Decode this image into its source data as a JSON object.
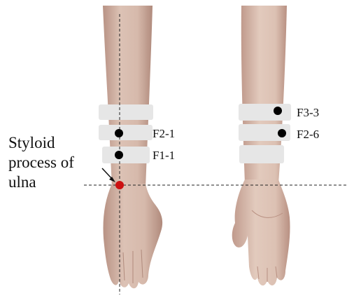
{
  "labels": {
    "styloid": [
      "Styloid",
      "process of",
      "ulna"
    ],
    "f2_1": "F2-1",
    "f1_1": "F1-1",
    "f3_3": "F3-3",
    "f2_6": "F2-6"
  },
  "colors": {
    "skin_light": "#e2ccc0",
    "skin": "#d2b3a6",
    "skin_shadow": "#b89284",
    "band": "#e6e6e6",
    "electrode": "#000000",
    "landmark": "#cc1111",
    "guide_line": "#222222",
    "text": "#111111"
  }
}
